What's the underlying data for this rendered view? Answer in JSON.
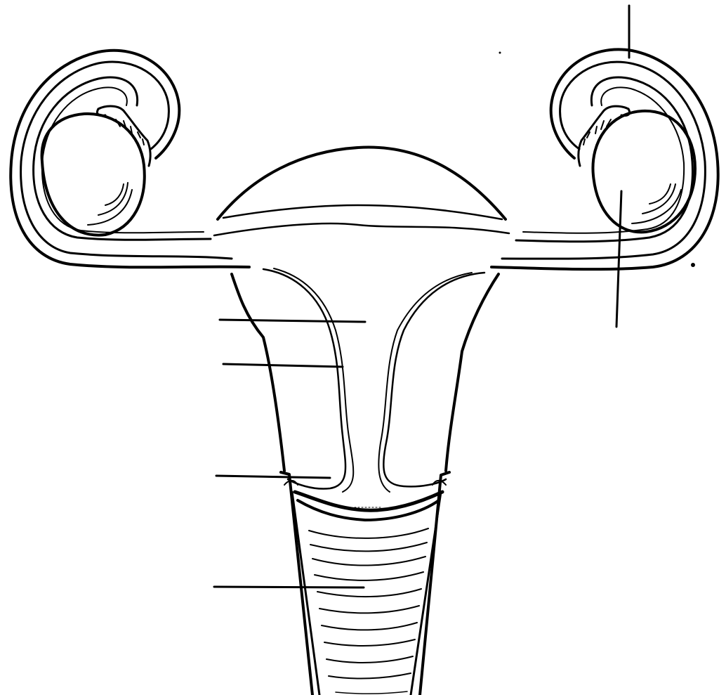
{
  "diagram": {
    "style": "black line drawing on white background",
    "colors": {
      "ink": "#000000",
      "paper": "#ffffff"
    },
    "structures": [
      "left-fallopian-tube",
      "left-fimbriae",
      "left-ovary",
      "right-fallopian-tube",
      "right-fimbriae",
      "right-ovary",
      "uterine-fundus",
      "uterine-cavity",
      "uterine-wall",
      "cervix",
      "vaginal-canal"
    ],
    "label_lines_count": 6,
    "labels": []
  }
}
